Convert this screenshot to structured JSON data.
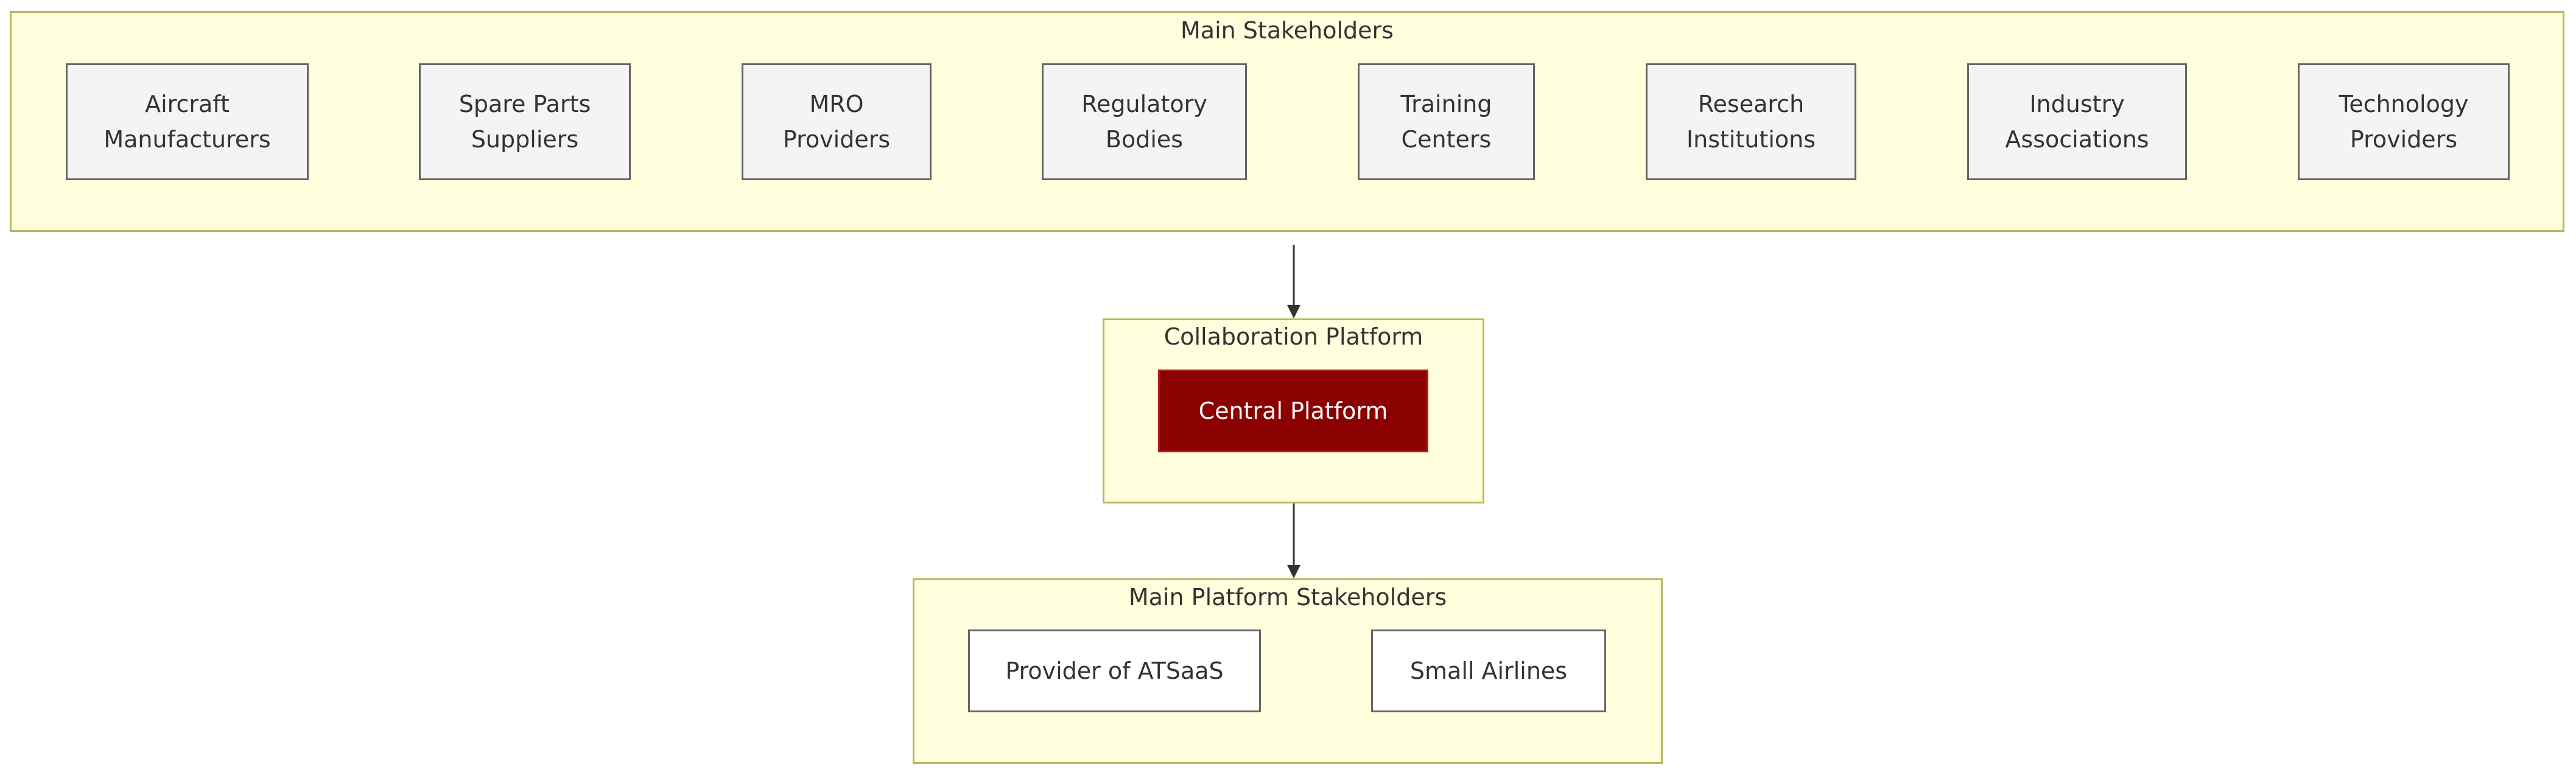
{
  "main_stakeholders": {
    "title": "Main Stakeholders",
    "nodes": [
      "Aircraft\nManufacturers",
      "Spare Parts\nSuppliers",
      "MRO\nProviders",
      "Regulatory\nBodies",
      "Training\nCenters",
      "Research\nInstitutions",
      "Industry\nAssociations",
      "Technology\nProviders"
    ]
  },
  "collaboration_platform": {
    "title": "Collaboration Platform",
    "central": "Central Platform"
  },
  "platform_stakeholders": {
    "title": "Main Platform Stakeholders",
    "nodes": [
      "Provider of ATSaaS",
      "Small Airlines"
    ]
  },
  "colors": {
    "cluster_fill": "#ffffde",
    "cluster_border": "#b8b85a",
    "node_fill": "#f4f4f4",
    "central_fill": "#8b0000",
    "edge": "#333333"
  }
}
